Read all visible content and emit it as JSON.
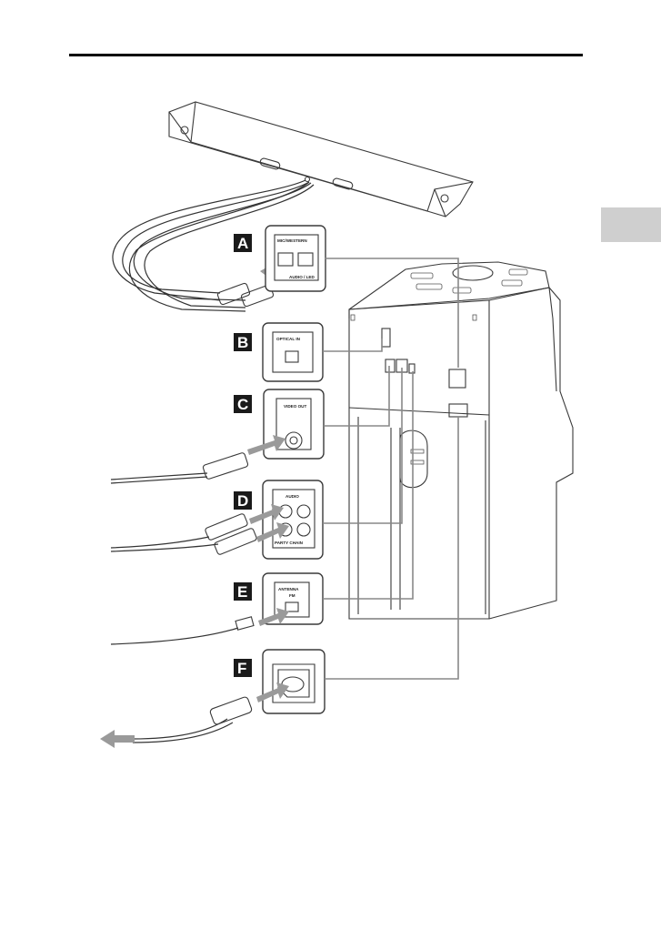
{
  "section_labels": [
    "A",
    "B",
    "C",
    "D",
    "E",
    "F"
  ],
  "jack_labels": {
    "bar_port": "MIC/WESTERN",
    "bar_port_sub": "AUDIO / LED",
    "optical": "OPTICAL IN",
    "video": "VIDEO OUT",
    "audio": "AUDIO",
    "party": "PARTY CHAIN",
    "antenna": "ANTENNA",
    "antenna_sub": "FM"
  },
  "icons": {
    "speaker_bar": "speaker-bar-icon",
    "main_unit": "main-unit-icon",
    "power_plug": "power-plug-icon",
    "arrow": "insert-arrow-icon"
  },
  "colors": {
    "label_background": "#1a1a1a",
    "side_tab": "#cfcfcf",
    "connector_line": "#888888",
    "arrow": "#9a9a9a"
  }
}
